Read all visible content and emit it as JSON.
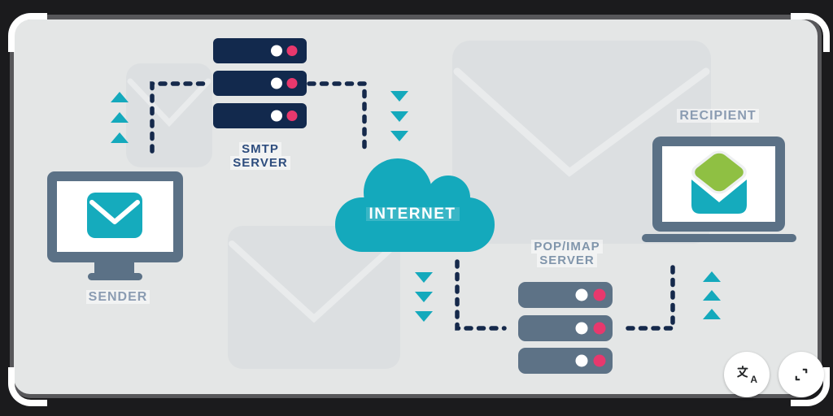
{
  "title": "Email delivery flow diagram",
  "nodes": {
    "sender": {
      "label": "SENDER",
      "icon": "desktop-monitor-with-envelope-icon"
    },
    "smtp": {
      "line1": "SMTP",
      "line2": "SERVER",
      "icon": "server-stack-icon"
    },
    "internet": {
      "label": "INTERNET",
      "icon": "cloud-icon"
    },
    "pop_imap": {
      "line1": "POP/IMAP",
      "line2": "SERVER",
      "icon": "server-stack-icon"
    },
    "recipient": {
      "label": "RECIPIENT",
      "icon": "laptop-with-open-envelope-icon"
    }
  },
  "flows": [
    {
      "from": "sender",
      "to": "smtp",
      "style": "dashed",
      "arrows": "up-triangles"
    },
    {
      "from": "smtp",
      "to": "internet",
      "style": "dashed",
      "arrows": "down-triangles"
    },
    {
      "from": "internet",
      "to": "pop_imap",
      "style": "dashed",
      "arrows": "down-triangles"
    },
    {
      "from": "pop_imap",
      "to": "recipient",
      "style": "dashed",
      "arrows": "up-triangles"
    }
  ],
  "controls": {
    "translate_button": {
      "icon": "translate-icon",
      "glyph_sub": "A"
    },
    "fullscreen_button": {
      "icon": "fullscreen-expand-icon"
    }
  },
  "colors": {
    "page_background": "#1b1b1d",
    "frame_gray": "#57575a",
    "canvas_background": "#e4e6e6",
    "watermark": "#dcdfe1",
    "teal": "#14a9bc",
    "navy": "#12294d",
    "slate": "#5b7186",
    "pink_led": "#e8386d",
    "green_letter": "#8fc043",
    "label_blue": "#8b9cb2",
    "smtp_label_navy": "#2e4d7e"
  }
}
